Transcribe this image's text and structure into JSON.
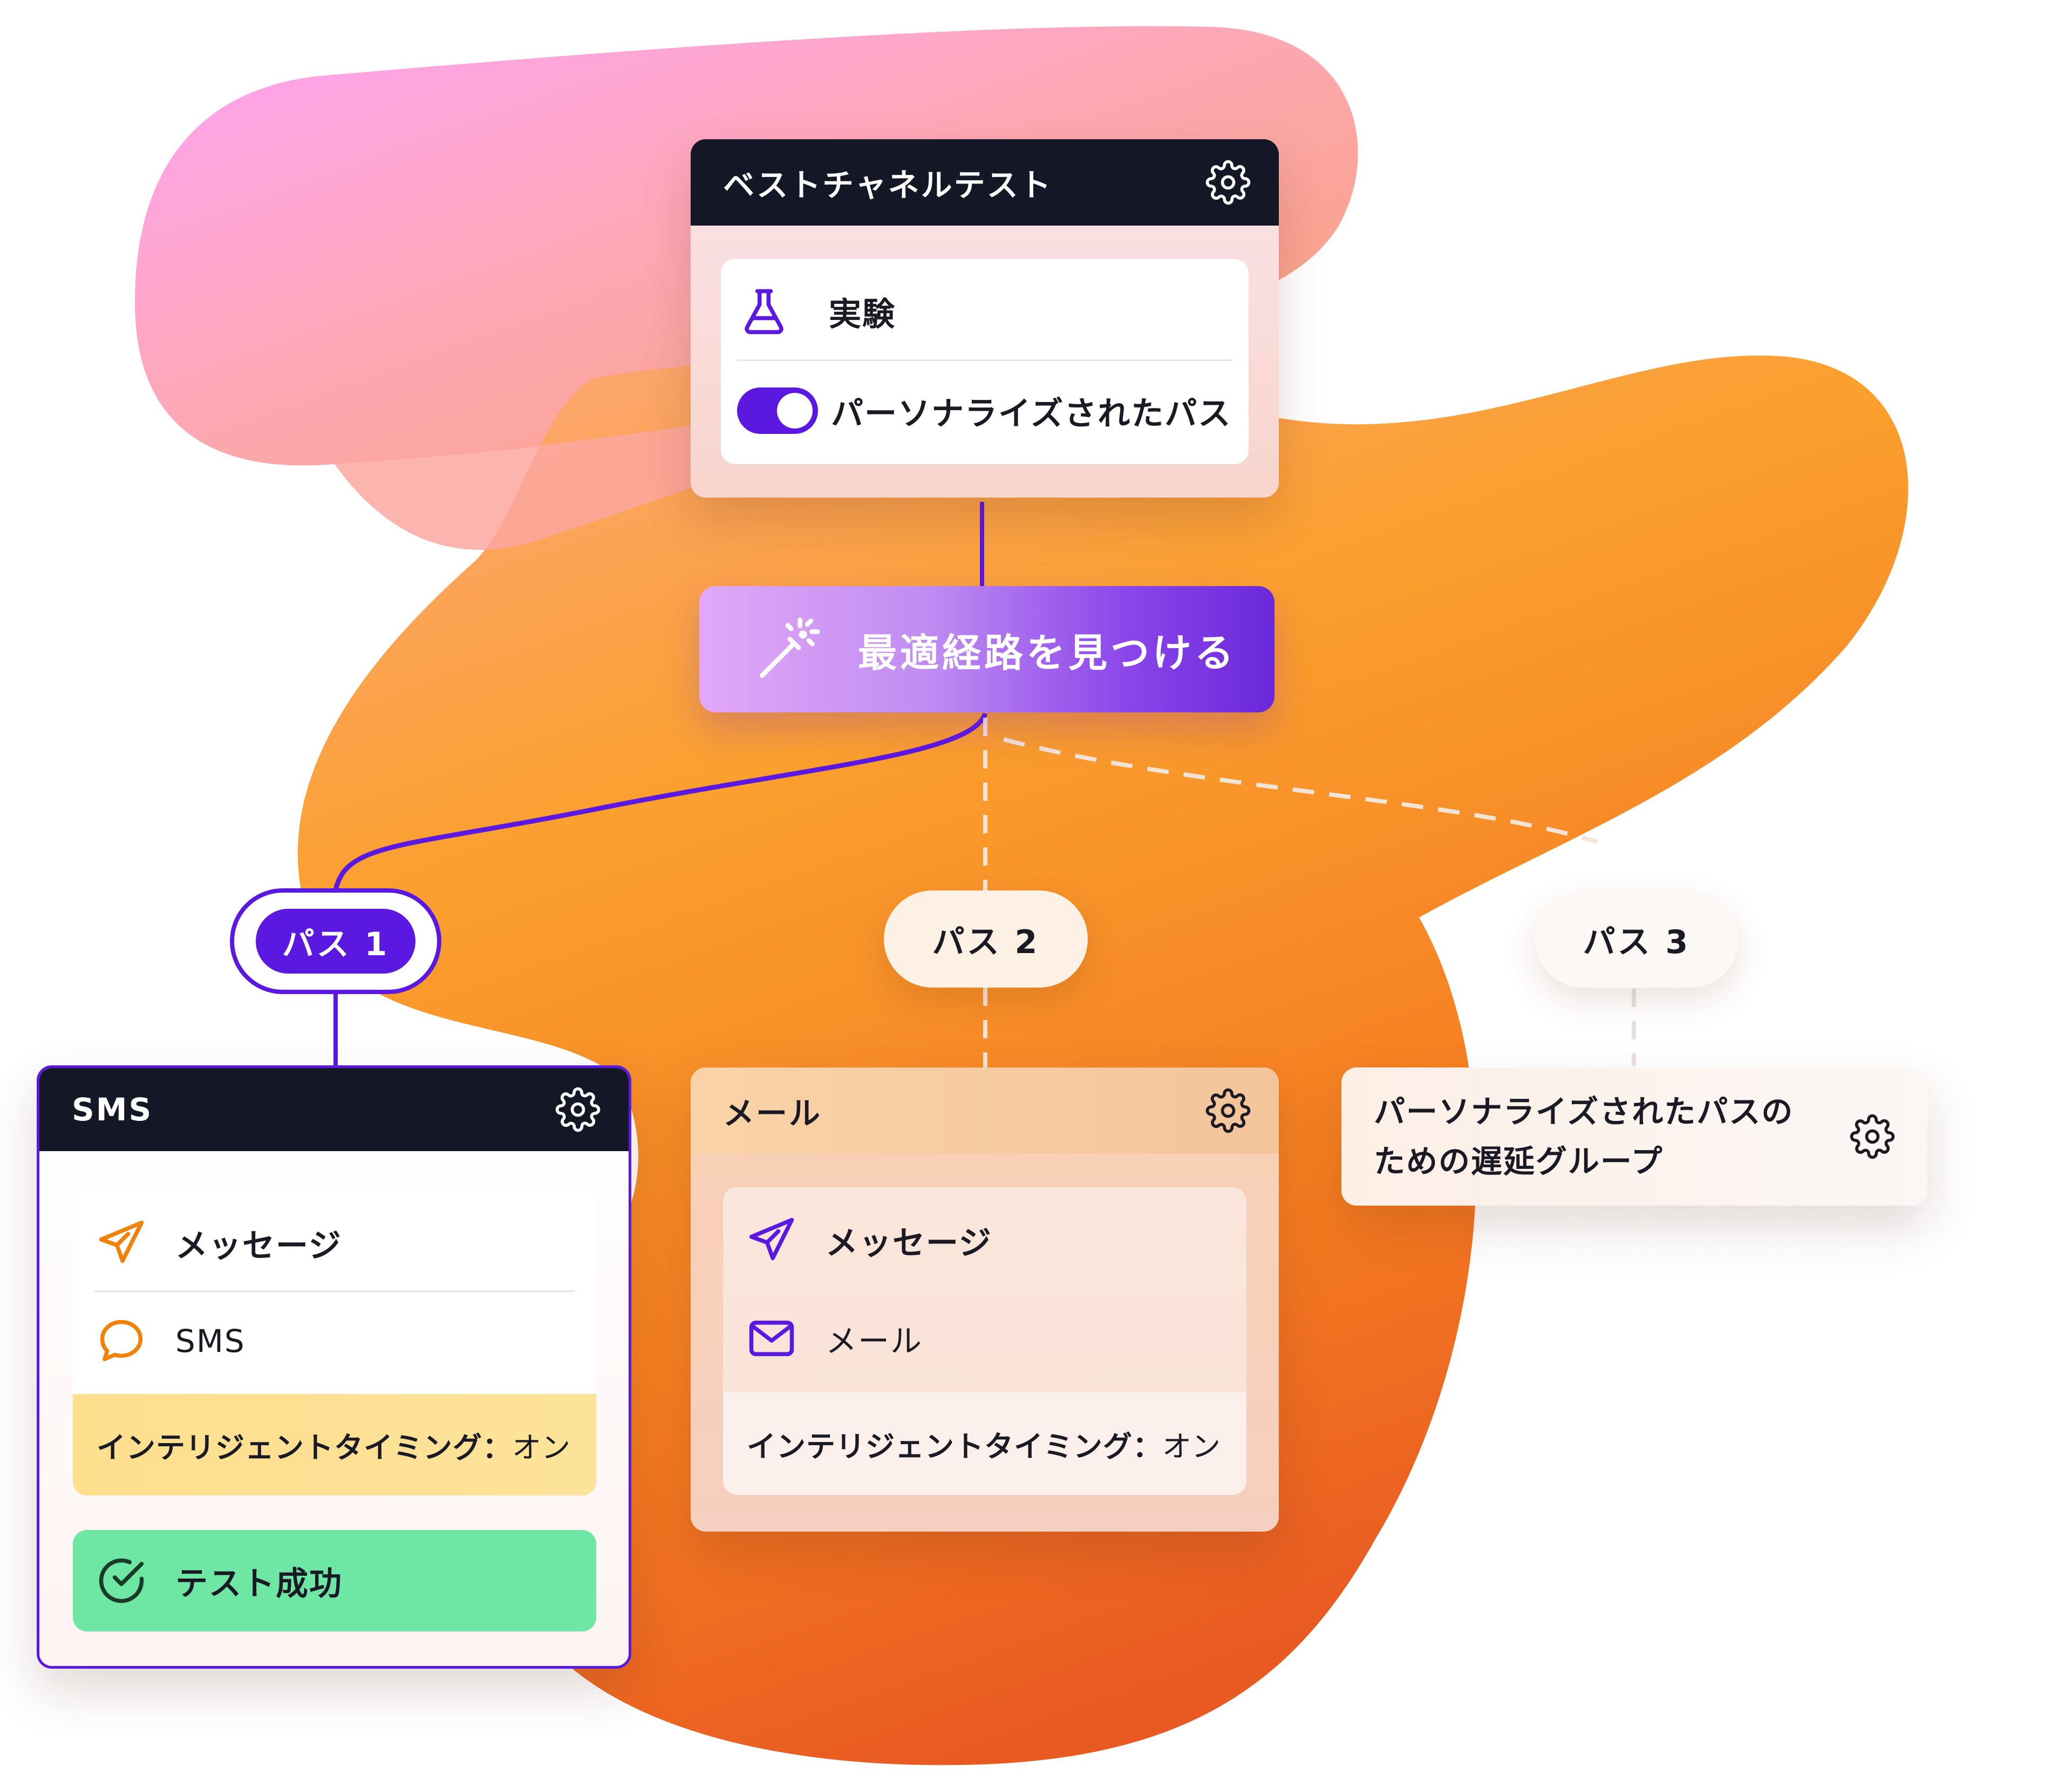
{
  "colors": {
    "accent": "#5b18e0",
    "dark_header": "#141726",
    "orange_icon": "#f0820a",
    "success": "#6ee7a5",
    "timing_yellow": "#fde08c"
  },
  "experiment_card": {
    "title": "ベストチャネルテスト",
    "icon": "gear-icon",
    "rows": [
      {
        "icon": "flask-icon",
        "label": "実験"
      },
      {
        "icon": "toggle-on",
        "label": "パーソナライズされたパス"
      }
    ]
  },
  "find_button": {
    "icon": "magic-wand-icon",
    "label": "最適経路を見つける"
  },
  "paths": [
    {
      "label": "パス 1",
      "active": true
    },
    {
      "label": "パス 2",
      "active": false
    },
    {
      "label": "パス 3",
      "active": false
    }
  ],
  "sms_card": {
    "title": "SMS",
    "rows": [
      {
        "icon": "send-icon",
        "label": "メッセージ"
      },
      {
        "icon": "chat-bubble-icon",
        "label": "SMS"
      }
    ],
    "timing_label": "インテリジェントタイミング：",
    "timing_value": "オン",
    "success_icon": "check-circle-icon",
    "success_label": "テスト成功"
  },
  "mail_card": {
    "title": "メール",
    "rows": [
      {
        "icon": "send-icon",
        "label": "メッセージ"
      },
      {
        "icon": "envelope-icon",
        "label": "メール"
      }
    ],
    "timing_label": "インテリジェントタイミング：",
    "timing_value": "オン"
  },
  "delay_card": {
    "title_line1": "パーソナライズされたパスの",
    "title_line2": "ための遅延グループ"
  }
}
